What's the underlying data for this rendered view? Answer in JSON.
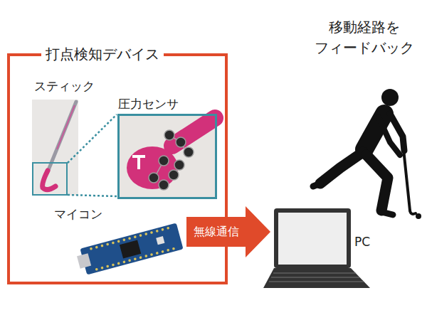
{
  "diagram": {
    "nodes": [
      {
        "text": [
          "打点検知デバイス"
        ]
      },
      {
        "text": [
          "圧力センサ"
        ],
        "in": 0
      },
      {
        "text": [
          "無線通信"
        ]
      }
    ],
    "labels": [
      "スティック",
      "マイコン",
      "移動経路を フィードバック",
      "PC"
    ]
  }
}
